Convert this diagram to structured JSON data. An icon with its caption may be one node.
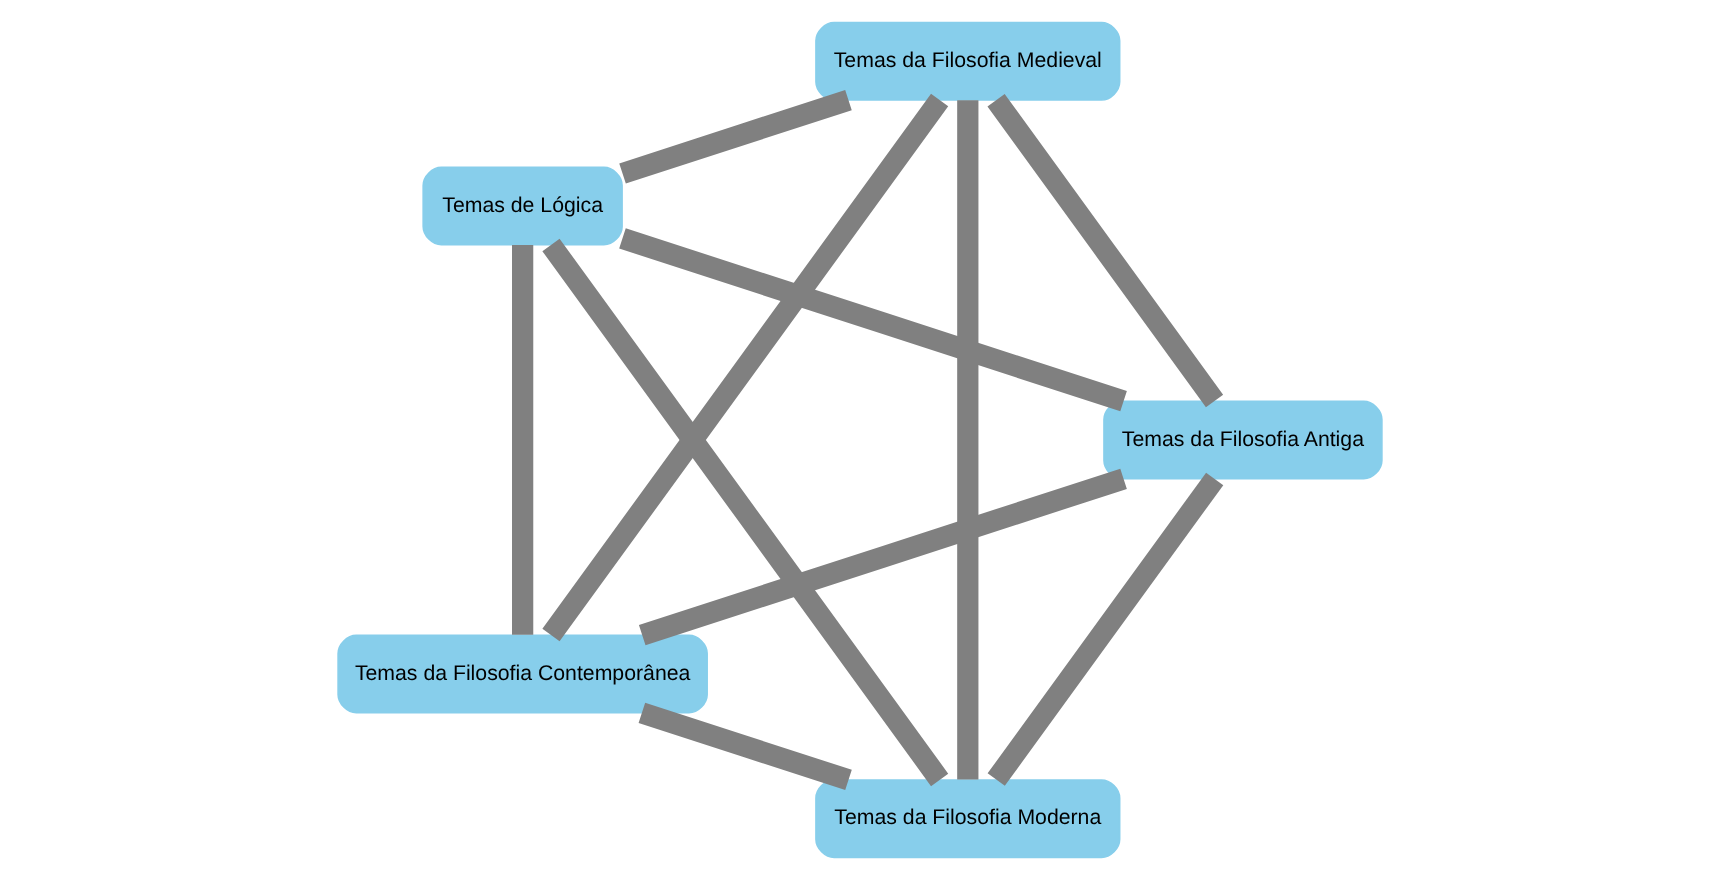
{
  "diagram": {
    "nodes": [
      {
        "text": [
          "Temas da Filosofia Moderna"
        ]
      },
      {
        "text": [
          "Temas da Filosofia Antiga"
        ]
      },
      {
        "text": [
          "Temas de Lógica"
        ]
      },
      {
        "text": [
          "Temas da Filosofia Medieval"
        ]
      },
      {
        "text": [
          "Temas da Filosofia Contemporânea"
        ]
      }
    ],
    "edges": [
      {
        "from": 0,
        "to": 1,
        "arrow": "none"
      },
      {
        "from": 0,
        "to": 2,
        "arrow": "none"
      },
      {
        "from": 0,
        "to": 3,
        "arrow": "none"
      },
      {
        "from": 0,
        "to": 4,
        "arrow": "none"
      },
      {
        "from": 1,
        "to": 2,
        "arrow": "none"
      },
      {
        "from": 1,
        "to": 3,
        "arrow": "none"
      },
      {
        "from": 1,
        "to": 4,
        "arrow": "none"
      },
      {
        "from": 2,
        "to": 3,
        "arrow": "none"
      },
      {
        "from": 2,
        "to": 4,
        "arrow": "none"
      },
      {
        "from": 3,
        "to": 4,
        "arrow": "none"
      }
    ]
  }
}
